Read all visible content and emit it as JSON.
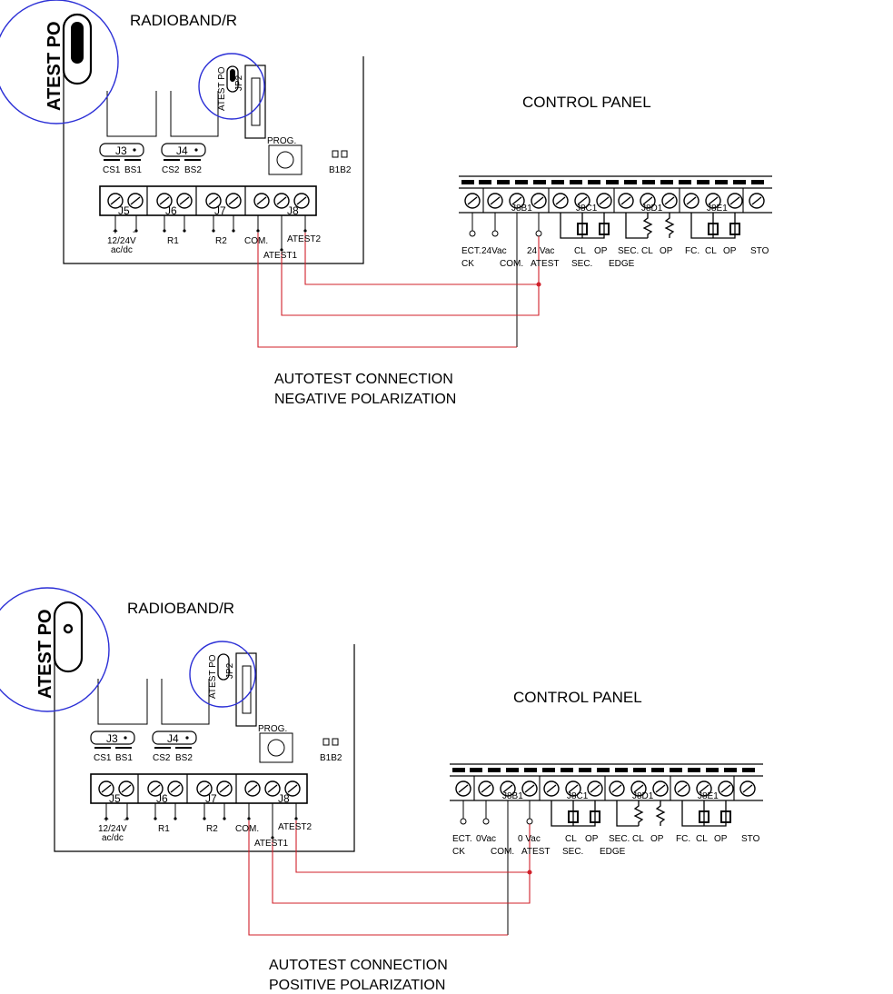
{
  "colors": {
    "wire": "#d0202a",
    "circle": "#2b2fd6",
    "ink": "#000000"
  },
  "panels": [
    {
      "board_title": "RADIOBAND/R",
      "zoom_label": "ATEST PO",
      "jumper_label": "ATEST PO",
      "jumper_id": "JP2",
      "prog_label": "PROG.",
      "b_labels": "B1B2",
      "conn_j3": "J3",
      "conn_j4": "J4",
      "cs1": "CS1",
      "bs1": "BS1",
      "cs2": "CS2",
      "bs2": "BS2",
      "j5": "J5",
      "j6": "J6",
      "j7": "J7",
      "j8": "J8",
      "plus": "+",
      "minus": "-",
      "volt1": "12/24V",
      "volt2": "ac/dc",
      "r1": "R1",
      "r2": "R2",
      "com": "COM.",
      "atest1": "ATEST1",
      "atest2": "ATEST2",
      "cp_title": "CONTROL PANEL",
      "cp_j8b1": "J8B1",
      "cp_j8c1": "J8C1",
      "cp_j8d1": "J8D1",
      "cp_j8e1": "J8E1",
      "cp_ect": "ECT.",
      "cp_ck": "CK",
      "cp_vac_left": "24Vac",
      "cp_vac_right": "24 Vac",
      "cp_com": "COM.",
      "cp_atest": "ATEST",
      "cp_cl": "CL",
      "cp_op": "OP",
      "cp_sec": "SEC.",
      "cp_sec2": "SEC.",
      "cp_edge": "EDGE",
      "cp_cl2": "CL",
      "cp_op2": "OP",
      "cp_fc": "FC.",
      "cp_cl3": "CL",
      "cp_op3": "OP",
      "cp_sto": "STO",
      "caption1": "AUTOTEST CONNECTION",
      "caption2": "NEGATIVE POLARIZATION"
    },
    {
      "board_title": "RADIOBAND/R",
      "zoom_label": "ATEST PO",
      "jumper_label": "ATEST PO",
      "jumper_id": "JP2",
      "prog_label": "PROG.",
      "b_labels": "B1B2",
      "conn_j3": "J3",
      "conn_j4": "J4",
      "cs1": "CS1",
      "bs1": "BS1",
      "cs2": "CS2",
      "bs2": "BS2",
      "j5": "J5",
      "j6": "J6",
      "j7": "J7",
      "j8": "J8",
      "plus": "+",
      "minus": "-",
      "volt1": "12/24V",
      "volt2": "ac/dc",
      "r1": "R1",
      "r2": "R2",
      "com": "COM.",
      "atest1": "ATEST1",
      "atest2": "ATEST2",
      "cp_title": "CONTROL PANEL",
      "cp_j8b1": "J8B1",
      "cp_j8c1": "J8C1",
      "cp_j8d1": "J8D1",
      "cp_j8e1": "J8E1",
      "cp_ect": "ECT.",
      "cp_ck": "CK",
      "cp_vac_left": "0Vac",
      "cp_vac_right": "0 Vac",
      "cp_com": "COM.",
      "cp_atest": "ATEST",
      "cp_cl": "CL",
      "cp_op": "OP",
      "cp_sec": "SEC.",
      "cp_sec2": "SEC.",
      "cp_edge": "EDGE",
      "cp_cl2": "CL",
      "cp_op2": "OP",
      "cp_fc": "FC.",
      "cp_cl3": "CL",
      "cp_op3": "OP",
      "cp_sto": "STO",
      "caption1": "AUTOTEST CONNECTION",
      "caption2": "POSITIVE POLARIZATION"
    }
  ]
}
